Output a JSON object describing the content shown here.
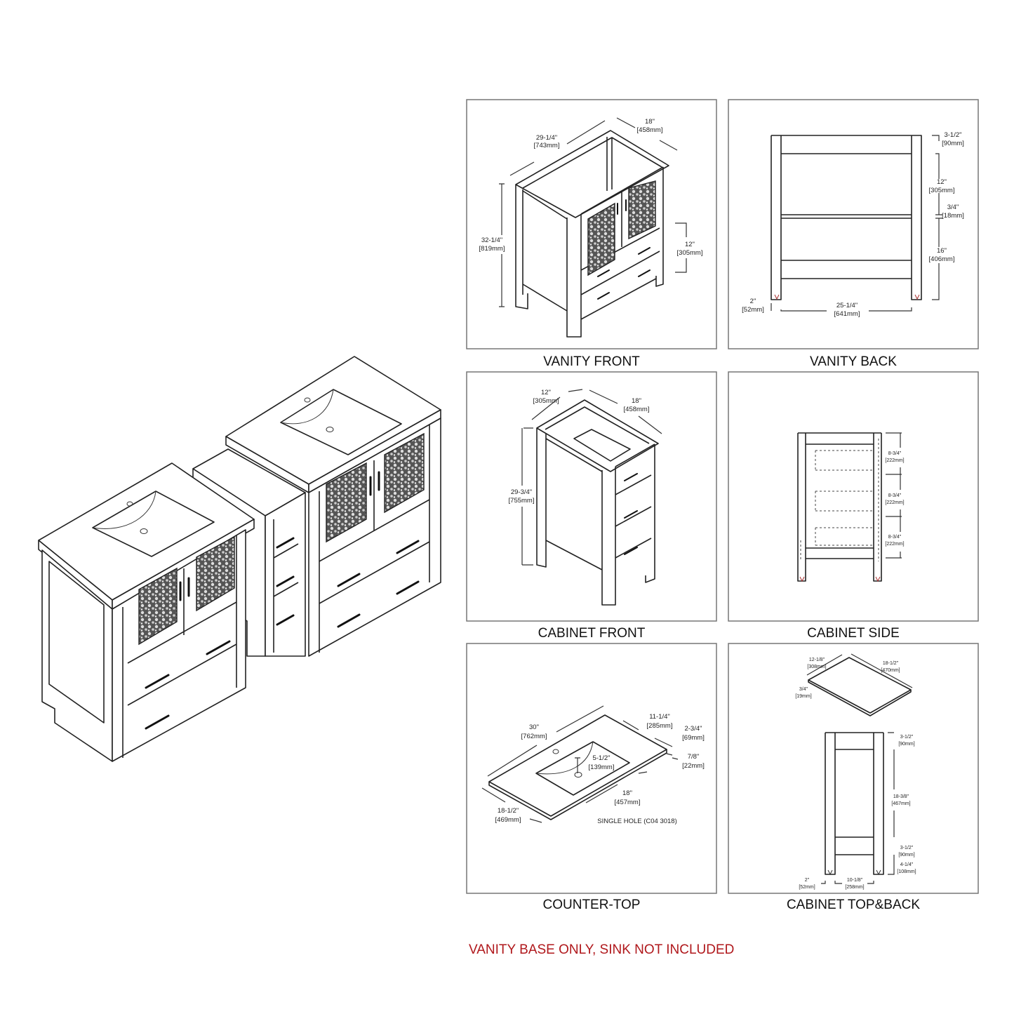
{
  "panels": [
    {
      "title": "VANITY FRONT",
      "dims": [
        {
          "in": "29-1/4\"",
          "mm": "[743mm]"
        },
        {
          "in": "18\"",
          "mm": "[458mm]"
        },
        {
          "in": "32-1/4\"",
          "mm": "[819mm]"
        },
        {
          "in": "12\"",
          "mm": "[305mm]"
        }
      ]
    },
    {
      "title": "VANITY BACK",
      "dims": [
        {
          "in": "3-1/2\"",
          "mm": "[90mm]"
        },
        {
          "in": "12\"",
          "mm": "[305mm]"
        },
        {
          "in": "3/4\"",
          "mm": "[18mm]"
        },
        {
          "in": "16\"",
          "mm": "[406mm]"
        },
        {
          "in": "2\"",
          "mm": "[52mm]"
        },
        {
          "in": "25-1/4\"",
          "mm": "[641mm]"
        }
      ]
    },
    {
      "title": "CABINET FRONT",
      "dims": [
        {
          "in": "12\"",
          "mm": "[305mm]"
        },
        {
          "in": "18\"",
          "mm": "[458mm]"
        },
        {
          "in": "29-3/4\"",
          "mm": "[755mm]"
        }
      ]
    },
    {
      "title": "CABINET SIDE",
      "dims": [
        {
          "in": "8-3/4\"",
          "mm": "[222mm]"
        },
        {
          "in": "8-3/4\"",
          "mm": "[222mm]"
        },
        {
          "in": "8-3/4\"",
          "mm": "[222mm]"
        }
      ]
    },
    {
      "title": "COUNTER-TOP",
      "dims": [
        {
          "in": "30\"",
          "mm": "[762mm]"
        },
        {
          "in": "11-1/4\"",
          "mm": "[285mm]"
        },
        {
          "in": "2-3/4\"",
          "mm": "[69mm]"
        },
        {
          "in": "7/8\"",
          "mm": "[22mm]"
        },
        {
          "in": "5-1/2\"",
          "mm": "[139mm]"
        },
        {
          "in": "18\"",
          "mm": "[457mm]"
        },
        {
          "in": "18-1/2\"",
          "mm": "[469mm]"
        }
      ],
      "caption": "SINGLE HOLE (C04 3018)"
    },
    {
      "title": "CABINET TOP&BACK",
      "dims": [
        {
          "in": "12-1/8\"",
          "mm": "[308mm]"
        },
        {
          "in": "18-1/2\"",
          "mm": "[470mm]"
        },
        {
          "in": "3/4\"",
          "mm": "[19mm]"
        },
        {
          "in": "3-1/2\"",
          "mm": "[90mm]"
        },
        {
          "in": "18-3/8\"",
          "mm": "[467mm]"
        },
        {
          "in": "3-1/2\"",
          "mm": "[90mm]"
        },
        {
          "in": "4-1/4\"",
          "mm": "[108mm]"
        },
        {
          "in": "2\"",
          "mm": "[52mm]"
        },
        {
          "in": "10-1/8\"",
          "mm": "[258mm]"
        }
      ]
    }
  ],
  "note": {
    "text": "VANITY BASE ONLY, SINK NOT INCLUDED",
    "color": "#b0181c"
  },
  "colors": {
    "line": "#222222",
    "frame": "#777777",
    "background": "#ffffff"
  }
}
